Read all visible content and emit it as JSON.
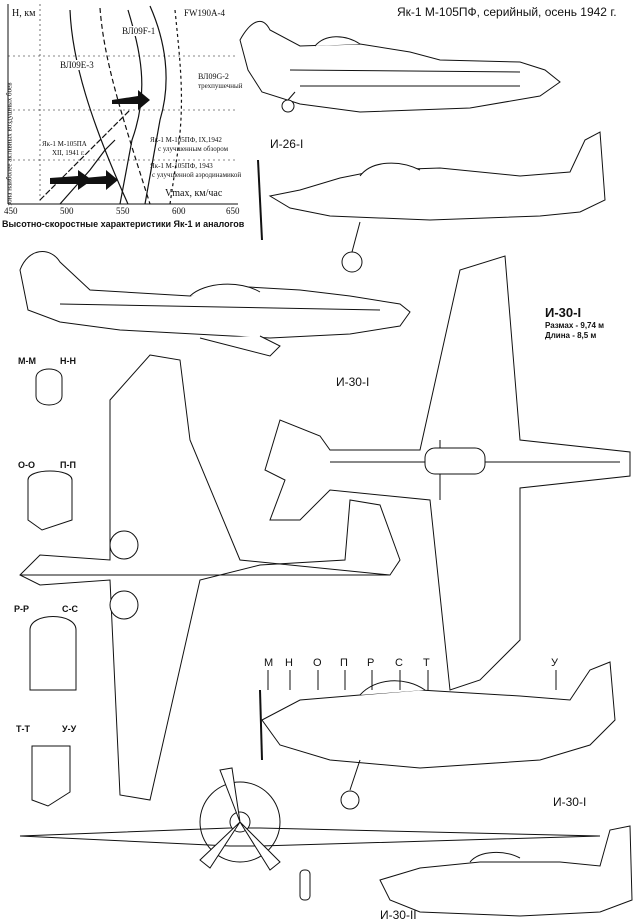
{
  "header": {
    "title": "Як-1 М-105ПФ, серийный, осень 1942 г."
  },
  "chart": {
    "caption": "Высотно-скоростные характеристики Як-1 и аналогов",
    "y_axis_label": "H, км",
    "x_axis_label": "Vmax, км/час",
    "x_ticks": [
      "450",
      "500",
      "550",
      "600",
      "650"
    ],
    "side_note": "зона наиболее активных воздушных боев",
    "curves": [
      "FW190A-4",
      "ВЛ09F-1",
      "ВЛ09Е-3",
      "ВЛ09G-2",
      "трехпушечный",
      "Як-1 М-105ПА",
      "XII, 1941 г.",
      "Як-1 М-105ПФ, IX,1942",
      "с улучшенным обзором",
      "Як-1 М-105ПФ, 1943",
      "с улучшенной аэродинамикой"
    ]
  },
  "labels": {
    "i26": "И-26-I",
    "i30_side": "И-30-I",
    "i30_top": "И-30-I",
    "span": "Размах - 9,74 м",
    "length": "Длина - 8,5 м",
    "i30_bottom": "И-30-I",
    "i30_ii": "И-30-II"
  },
  "sections": {
    "mm": "М-М",
    "nn": "Н-Н",
    "oo": "О-О",
    "pp": "П-П",
    "rr": "Р-Р",
    "ss": "С-С",
    "tt": "Т-Т",
    "uu": "У-У"
  },
  "station_letters": [
    "М",
    "Н",
    "О",
    "П",
    "Р",
    "С",
    "Т",
    "У"
  ]
}
